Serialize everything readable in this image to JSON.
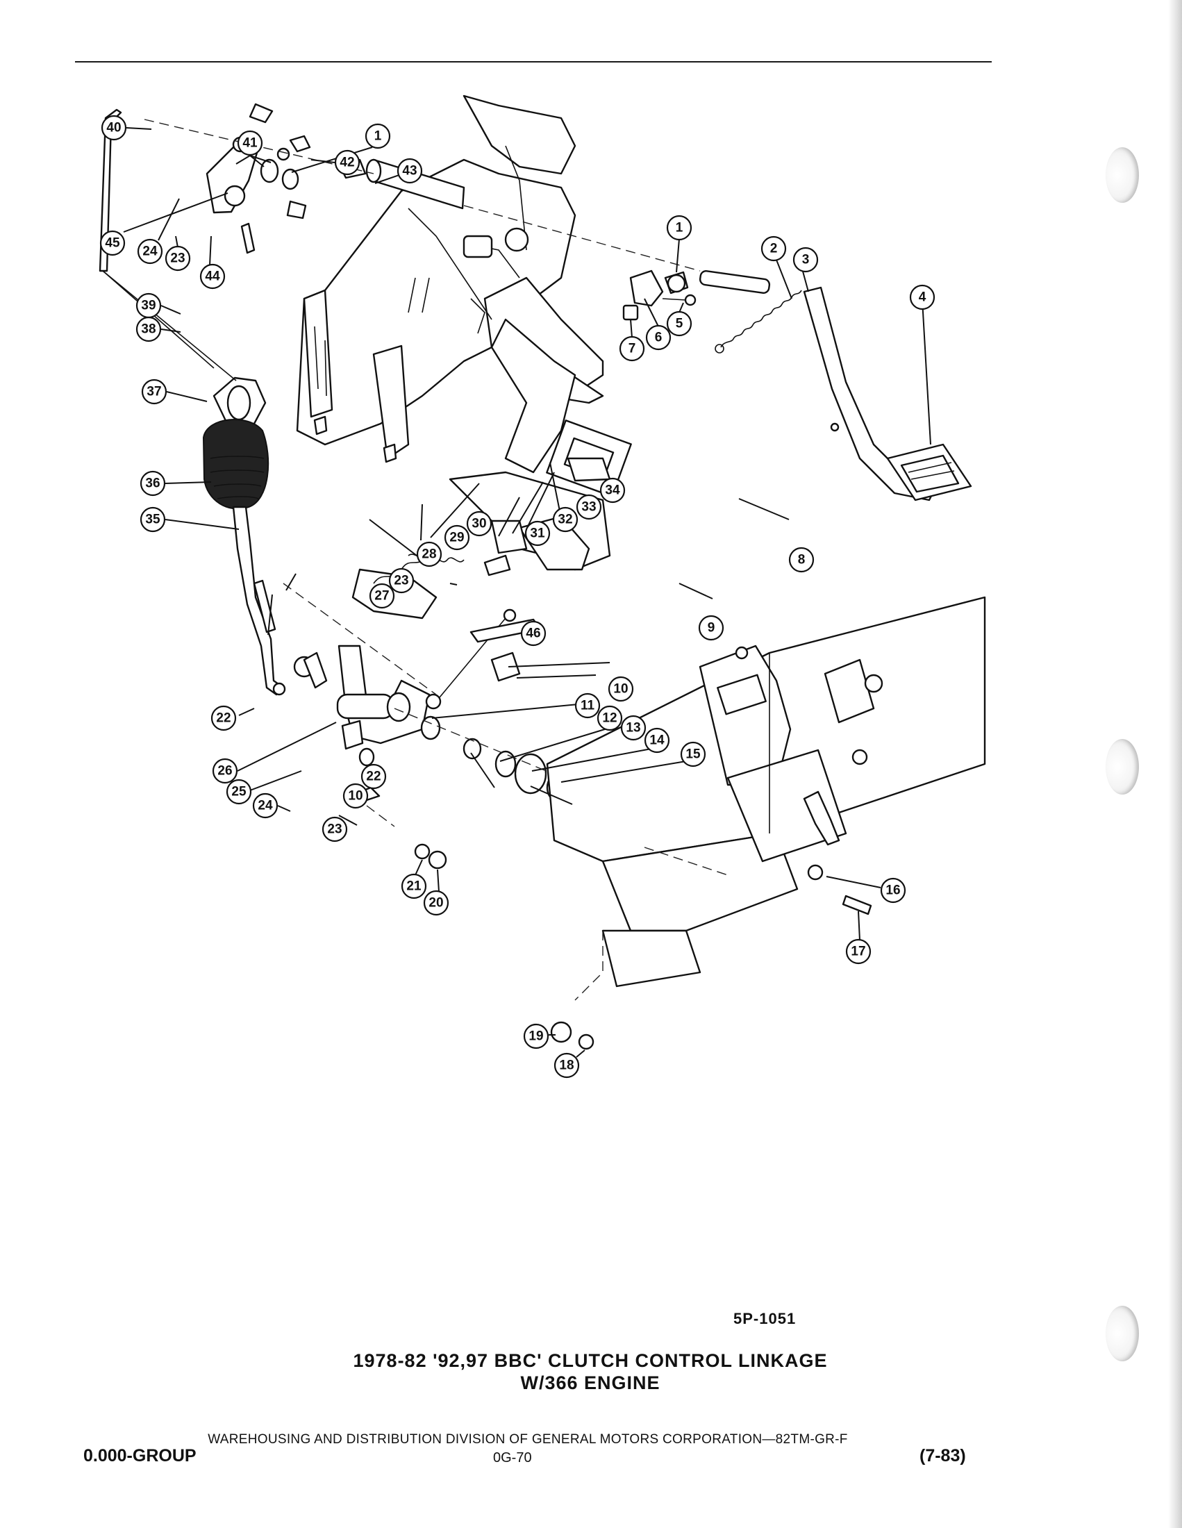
{
  "figure": {
    "code": "5P-1051",
    "caption_line1": "1978-82 '92,97 BBC' CLUTCH CONTROL LINKAGE",
    "caption_line2": "W/366 ENGINE"
  },
  "footer": {
    "division_line": "WAREHOUSING AND DISTRIBUTION  DIVISION OF GENERAL MOTORS CORPORATION—82TM-GR-F",
    "group": "0.000-GROUP",
    "page": "0G-70",
    "date": "(7-83)"
  },
  "callouts": [
    {
      "id": "c40",
      "label": "40"
    },
    {
      "id": "c41",
      "label": "41"
    },
    {
      "id": "c42",
      "label": "42"
    },
    {
      "id": "c1a",
      "label": "1"
    },
    {
      "id": "c43",
      "label": "43"
    },
    {
      "id": "c45",
      "label": "45"
    },
    {
      "id": "c24a",
      "label": "24"
    },
    {
      "id": "c23a",
      "label": "23"
    },
    {
      "id": "c44",
      "label": "44"
    },
    {
      "id": "c1b",
      "label": "1"
    },
    {
      "id": "c2",
      "label": "2"
    },
    {
      "id": "c3",
      "label": "3"
    },
    {
      "id": "c5",
      "label": "5"
    },
    {
      "id": "c6",
      "label": "6"
    },
    {
      "id": "c7",
      "label": "7"
    },
    {
      "id": "c4",
      "label": "4"
    },
    {
      "id": "c39",
      "label": "39"
    },
    {
      "id": "c38",
      "label": "38"
    },
    {
      "id": "c37",
      "label": "37"
    },
    {
      "id": "c36",
      "label": "36"
    },
    {
      "id": "c35",
      "label": "35"
    },
    {
      "id": "c34",
      "label": "34"
    },
    {
      "id": "c33",
      "label": "33"
    },
    {
      "id": "c32",
      "label": "32"
    },
    {
      "id": "c31",
      "label": "31"
    },
    {
      "id": "c30",
      "label": "30"
    },
    {
      "id": "c29",
      "label": "29"
    },
    {
      "id": "c28",
      "label": "28"
    },
    {
      "id": "c8",
      "label": "8"
    },
    {
      "id": "c46",
      "label": "46"
    },
    {
      "id": "c9",
      "label": "9"
    },
    {
      "id": "c27",
      "label": "27"
    },
    {
      "id": "c23b",
      "label": "23"
    },
    {
      "id": "c10a",
      "label": "10"
    },
    {
      "id": "c11",
      "label": "11"
    },
    {
      "id": "c12",
      "label": "12"
    },
    {
      "id": "c13",
      "label": "13"
    },
    {
      "id": "c14",
      "label": "14"
    },
    {
      "id": "c15",
      "label": "15"
    },
    {
      "id": "c22a",
      "label": "22"
    },
    {
      "id": "c26",
      "label": "26"
    },
    {
      "id": "c25",
      "label": "25"
    },
    {
      "id": "c24b",
      "label": "24"
    },
    {
      "id": "c10b",
      "label": "10"
    },
    {
      "id": "c22b",
      "label": "22"
    },
    {
      "id": "c23c",
      "label": "23"
    },
    {
      "id": "c21",
      "label": "21"
    },
    {
      "id": "c20",
      "label": "20"
    },
    {
      "id": "c16",
      "label": "16"
    },
    {
      "id": "c17",
      "label": "17"
    },
    {
      "id": "c19",
      "label": "19"
    },
    {
      "id": "c18",
      "label": "18"
    }
  ]
}
